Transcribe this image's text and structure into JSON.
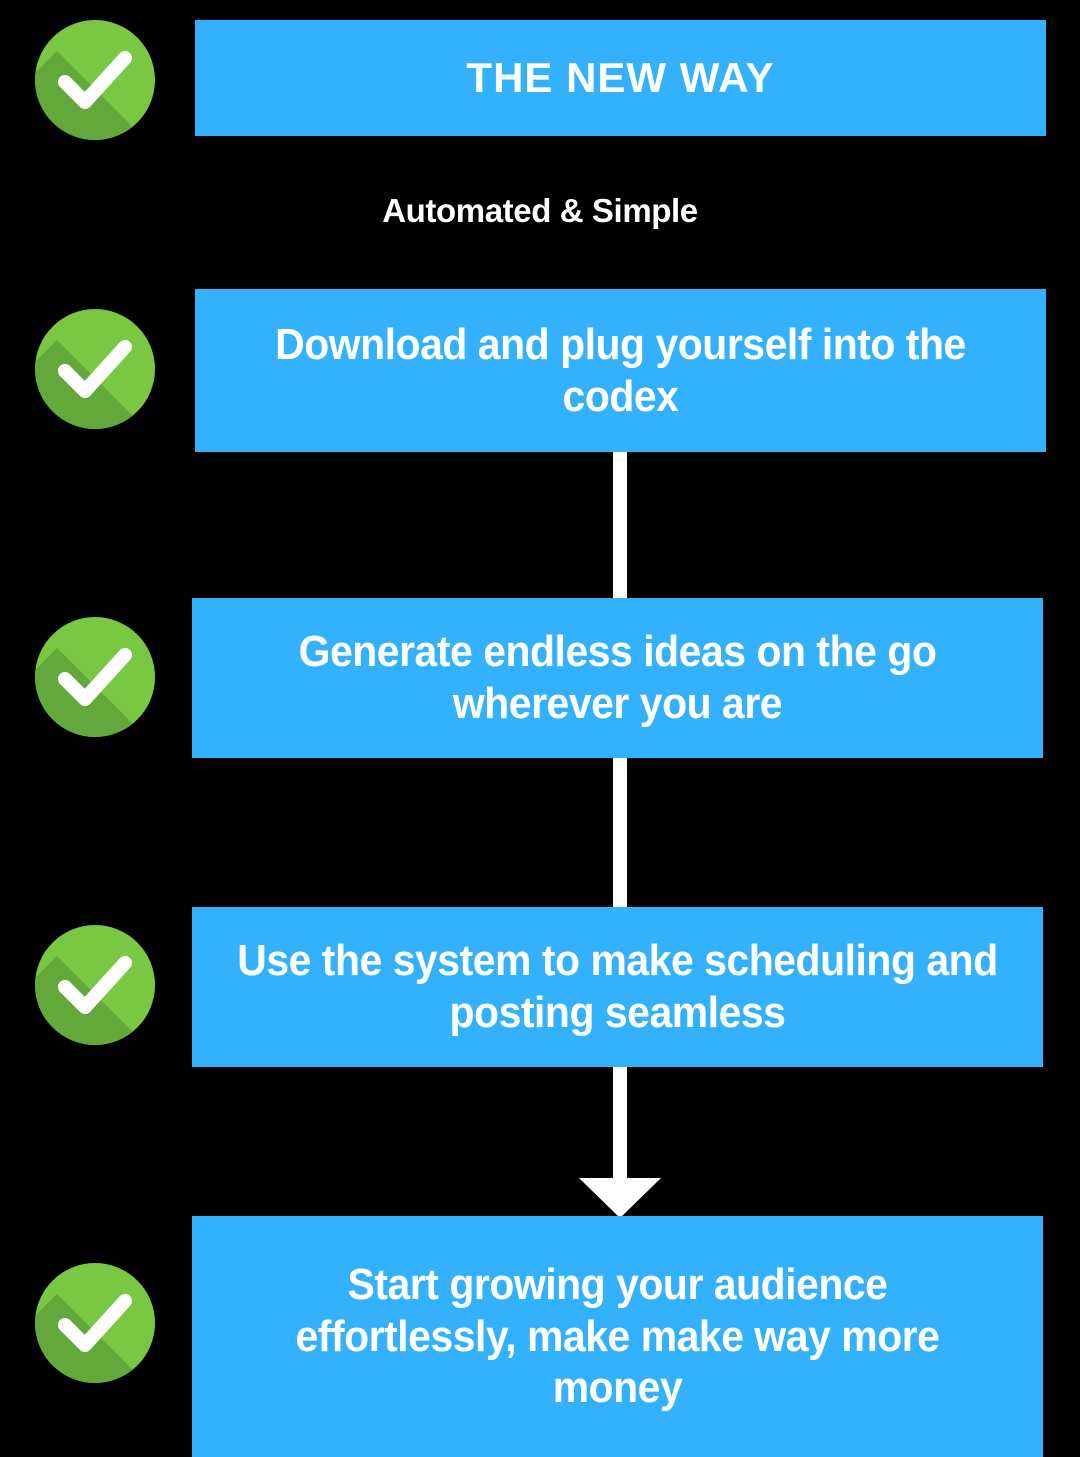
{
  "meta": {
    "accent_blue": "#33b1fd",
    "check_green": "#79c743",
    "check_green_shadow": "#62a83a",
    "background": "#000000",
    "text_color": "#ffffff"
  },
  "header": {
    "title": "THE NEW WAY",
    "subtitle": "Automated & Simple"
  },
  "steps": [
    {
      "id": 1,
      "text": "Download and plug yourself into the codex"
    },
    {
      "id": 2,
      "text": "Generate endless ideas on the go wherever you are"
    },
    {
      "id": 3,
      "text": "Use the system to make scheduling and posting seamless"
    },
    {
      "id": 4,
      "text": "Start growing your audience effortlessly, make make way more money"
    }
  ],
  "icons": {
    "check": "check-circle-icon",
    "arrow": "down-arrow-icon"
  }
}
